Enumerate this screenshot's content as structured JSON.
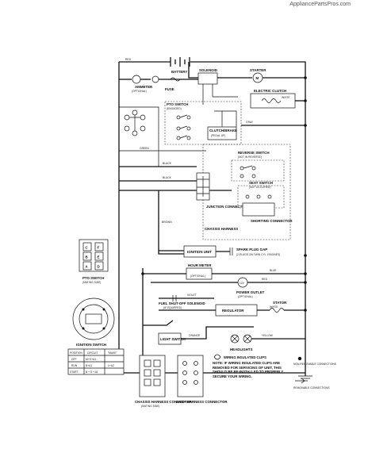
{
  "watermark": "AppliancePartsPros.com",
  "labels": {
    "battery": "BATTERY",
    "solenoid": "SOLENOID",
    "starter": "STARTER",
    "ammeter": "AMMETER",
    "ammeter_sub": "(OPTIONAL)",
    "fuse": "FUSE",
    "electric_clutch": "ELECTRIC CLUTCH",
    "pto_switch": "PTO SWITCH",
    "pto_switch_sub": "(ENGAGED)",
    "clutch_brake": "CLUTCH/BRAKE",
    "clutch_brake_sub": "(PEDAL UP)",
    "reverse_switch": "REVERSE SWITCH",
    "reverse_switch_sub": "(NOT IN REVERSE)",
    "seat_switch": "SEAT SWITCH",
    "seat_switch_sub": "(NOT OCCUPIED)",
    "junction_connector": "JUNCTION CONNECTOR",
    "chassis_harness": "CHASSIS HARNESS",
    "shorting_connector": "SHORTING CONNECTOR",
    "ignition_unit": "IGNITION UNIT",
    "spark_plug": "SPARK PLUG GAP",
    "spark_plug_sub": "(2 PLUGS ON TWIN CYL. ENGINES)",
    "hour_meter": "HOUR METER",
    "hour_meter_sub": "(OPTIONAL)",
    "power_outlet": "POWER OUTLET",
    "power_outlet_sub": "(OPTIONAL)",
    "fuel_shutoff": "FUEL SHUT-OFF SOLENOID",
    "fuel_shutoff_sub": "(IF EQUIPPED)",
    "regulator": "REGULATOR",
    "stator": "STATOR",
    "light_switch": "LIGHT SWITCH",
    "headlights": "HEADLIGHTS",
    "pto_mating": "PTO SWITCH",
    "pto_mating_sub": "(MATING SIDE)",
    "ignition_switch": "IGNITION SWITCH",
    "chassis_connector": "CHASSIS HARNESS CONNECTOR",
    "chassis_connector_sub": "(MATING SIDE)",
    "dash_connector": "DASH HARNESS CONNECTOR",
    "wire_note_title": "WIRING INSULATED CLIPS",
    "wire_note": "NOTE: IF WIRING INSULATED CLIPS ARE REMOVED FOR SERVICING OF UNIT, THIS SHOULD BE RE-INSTALLED TO PROPERLY SECURE YOUR WIRING.",
    "non_removable": "NON-REMOVABLE CONNECTIONS",
    "removable": "REMOVABLE CONNECTIONS",
    "12v": "12V",
    "m": "M",
    "wire_black": "BLACK",
    "wire_red": "RED",
    "wire_white": "WHITE",
    "wire_blue": "BLUE",
    "wire_orange": "ORANGE",
    "wire_green": "GREEN",
    "wire_yellow": "YELLOW",
    "wire_gray": "GRAY",
    "wire_brown": "BROWN",
    "wire_violet": "VIOLET"
  },
  "pto_pins": [
    "C",
    "F",
    "B",
    "E",
    "A",
    "D"
  ],
  "ignition_table": {
    "headers": [
      "POSITION",
      "CIRCUIT",
      "\"MAKE\""
    ],
    "rows": [
      [
        "OFF",
        "M+G+A1",
        ""
      ],
      [
        "RUN",
        "B+A1",
        "L+A2"
      ],
      [
        "START",
        "B + S + A1",
        ""
      ]
    ]
  }
}
